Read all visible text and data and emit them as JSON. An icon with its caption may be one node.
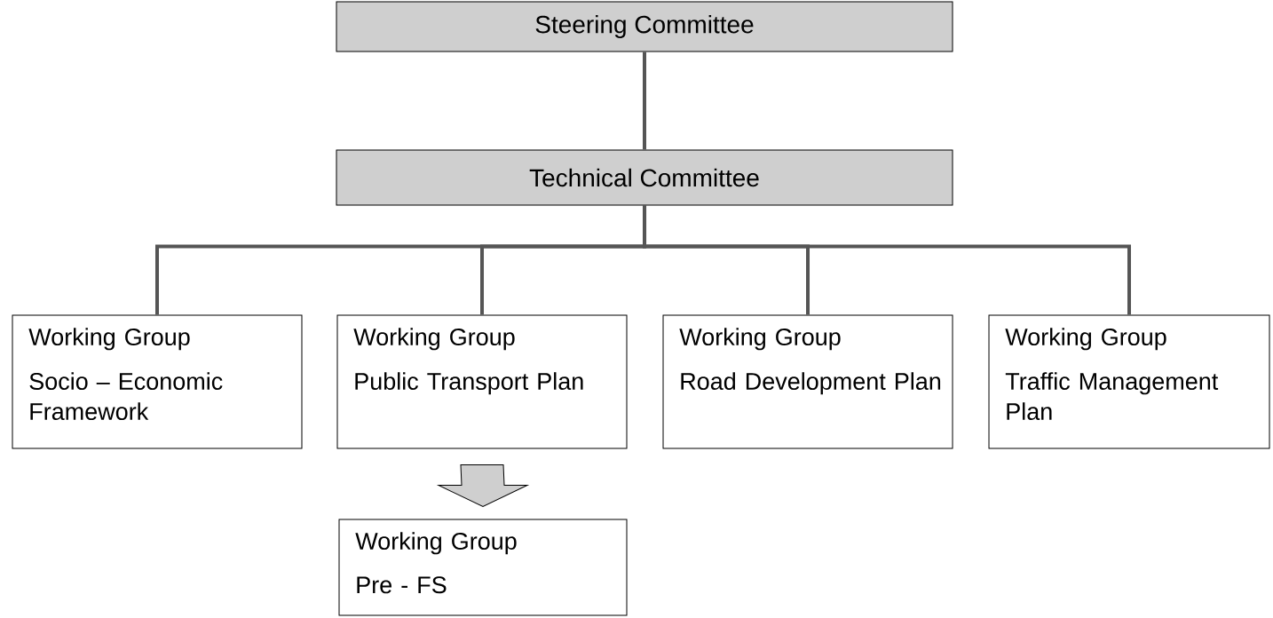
{
  "diagram": {
    "nodes": [
      {
        "text": [
          "Steering Committee"
        ]
      },
      {
        "text": [
          "Technical  Committee"
        ]
      },
      {
        "text": [
          "Working Group",
          "Socio – Economic Framework"
        ]
      },
      {
        "text": [
          "Working Group",
          "Public Transport Plan"
        ]
      },
      {
        "text": [
          "Working Group",
          "Road Development Plan"
        ]
      },
      {
        "text": [
          "Working Group",
          "Traffic Management Plan"
        ]
      },
      {
        "text": [
          "Working Group",
          "Pre - FS"
        ]
      }
    ],
    "edges": [
      {
        "from": 0,
        "to": 1,
        "arrow": "none"
      },
      {
        "from": 1,
        "to": 2,
        "arrow": "none"
      },
      {
        "from": 1,
        "to": 3,
        "arrow": "none"
      },
      {
        "from": 1,
        "to": 4,
        "arrow": "none"
      },
      {
        "from": 1,
        "to": 5,
        "arrow": "none"
      },
      {
        "from": 3,
        "to": 6,
        "arrow": "to"
      }
    ]
  }
}
